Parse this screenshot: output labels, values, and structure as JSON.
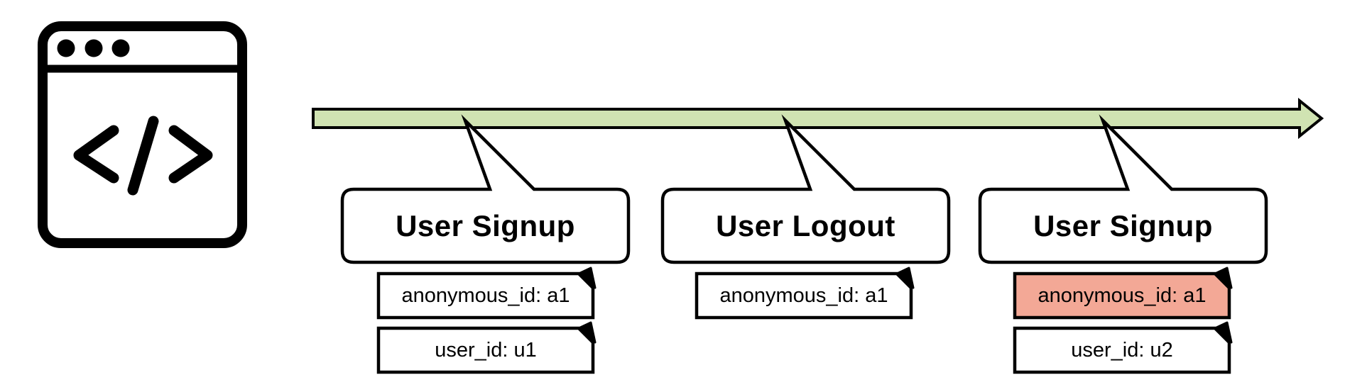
{
  "diagram": {
    "type": "event-timeline",
    "description": "Identity timeline with user signup, logout and second signup events"
  },
  "icons": {
    "browser_window": "code-browser-window-icon",
    "browser_glyph": "</>"
  },
  "colors": {
    "timeline_fill": "#d0e3b2",
    "callout_fill": "#ffffff",
    "note_fill": "#ffffff",
    "note_highlight_fill": "#f3a896",
    "stroke": "#000000"
  },
  "events": [
    {
      "label": "User Signup",
      "notes": [
        {
          "text": "anonymous_id: a1",
          "highlighted": false
        },
        {
          "text": "user_id: u1",
          "highlighted": false
        }
      ]
    },
    {
      "label": "User Logout",
      "notes": [
        {
          "text": "anonymous_id: a1",
          "highlighted": false
        }
      ]
    },
    {
      "label": "User Signup",
      "notes": [
        {
          "text": "anonymous_id: a1",
          "highlighted": true
        },
        {
          "text": "user_id: u2",
          "highlighted": false
        }
      ]
    }
  ]
}
